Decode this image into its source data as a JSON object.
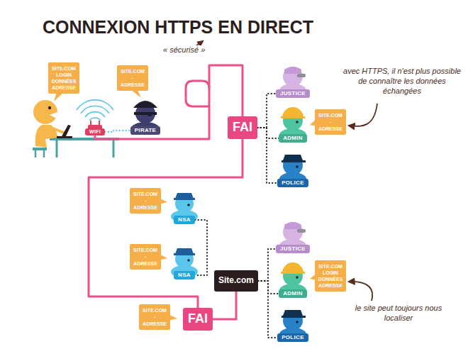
{
  "diagram": {
    "title": "CONNEXION HTTPS EN DIRECT",
    "nodes": [
      {
        "text": [
          "SITE.COM LOGIN DONNÉES ADRESSE"
        ]
      },
      {
        "text": [
          "SITE.COM - ADRESSE"
        ]
      },
      {
        "text": [
          "WIFI"
        ]
      },
      {
        "text": [
          "PIRATE"
        ]
      },
      {
        "text": [
          "FAI"
        ]
      },
      {
        "text": [
          "JUSTICE"
        ]
      },
      {
        "text": [
          "ADMIN"
        ]
      },
      {
        "text": [
          "SITE.COM - ADRESSE"
        ]
      },
      {
        "text": [
          "POLICE"
        ]
      },
      {
        "text": [
          "SITE.COM - ADRESSE"
        ]
      },
      {
        "text": [
          "NSA"
        ]
      },
      {
        "text": [
          "SITE.COM - ADRESSE"
        ]
      },
      {
        "text": [
          "NSA"
        ]
      },
      {
        "text": [
          "Site.com"
        ]
      },
      {
        "text": [
          "SITE.COM - ADRESSE"
        ]
      },
      {
        "text": [
          "FAI"
        ]
      },
      {
        "text": [
          "JUSTICE"
        ]
      },
      {
        "text": [
          "ADMIN"
        ]
      },
      {
        "text": [
          "SITE.COM LOGIN DONNÉES ADRESSE"
        ]
      },
      {
        "text": [
          "POLICE"
        ]
      }
    ],
    "edges": [
      {
        "from": 2,
        "to": 4,
        "arrow": "none"
      },
      {
        "from": 4,
        "to": 15,
        "arrow": "none"
      },
      {
        "from": 15,
        "to": 13,
        "arrow": "none"
      },
      {
        "from": 2,
        "to": 3,
        "arrow": "none"
      },
      {
        "from": 4,
        "to": 5,
        "arrow": "none"
      },
      {
        "from": 4,
        "to": 6,
        "arrow": "none"
      },
      {
        "from": 4,
        "to": 8,
        "arrow": "none"
      },
      {
        "from": 10,
        "to": 12,
        "arrow": "none"
      },
      {
        "from": 13,
        "to": 16,
        "arrow": "none"
      },
      {
        "from": 13,
        "to": 17,
        "arrow": "none"
      },
      {
        "from": 13,
        "to": 19,
        "arrow": "none"
      }
    ],
    "labels": [
      "« sécurisé »",
      "avec HTTPS, il n'est plus possible de connaître les données échangées",
      "le site peut toujours nous localiser"
    ]
  }
}
